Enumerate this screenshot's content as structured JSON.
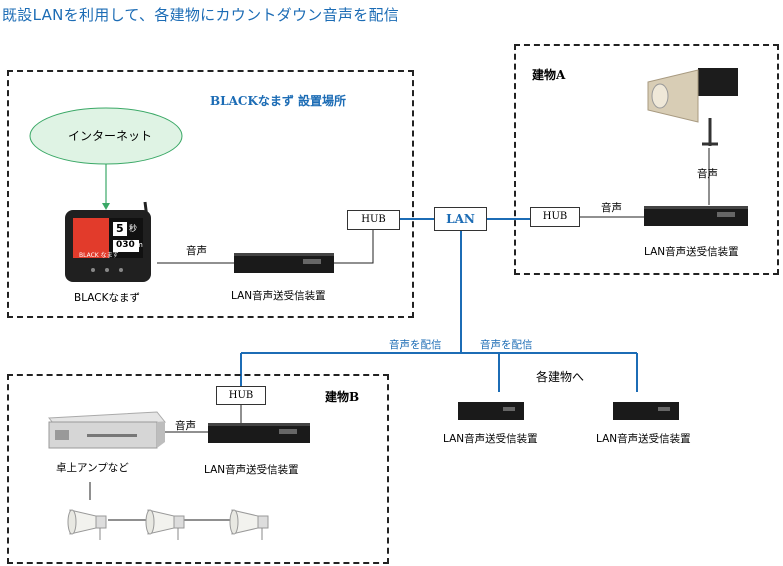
{
  "title": "既設LANを利用して、各建物にカウントダウン音声を配信",
  "zones": {
    "main_site": "BLACKなまず 設置場所",
    "building_a": "建物A",
    "building_b": "建物B",
    "other_buildings": "各建物へ"
  },
  "nodes": {
    "internet": "インターネット",
    "black_namazu": "BLACKなまず",
    "lan": "LAN",
    "hub": "HUB",
    "lan_device": "LAN音声送受信装置",
    "desk_amp": "卓上アンプなど"
  },
  "edges": {
    "audio": "音声",
    "distribute": "音声を配信"
  },
  "screen": {
    "brand": "BLACK なまず",
    "count_value": "5",
    "count_unit": "秒",
    "sub_value": "030",
    "sub_unit": "m"
  },
  "colors": {
    "title": "#1c6cb5",
    "lan_line": "#1c6cb5",
    "internet_fill": "#dff3e4",
    "internet_border": "#3aa866"
  }
}
